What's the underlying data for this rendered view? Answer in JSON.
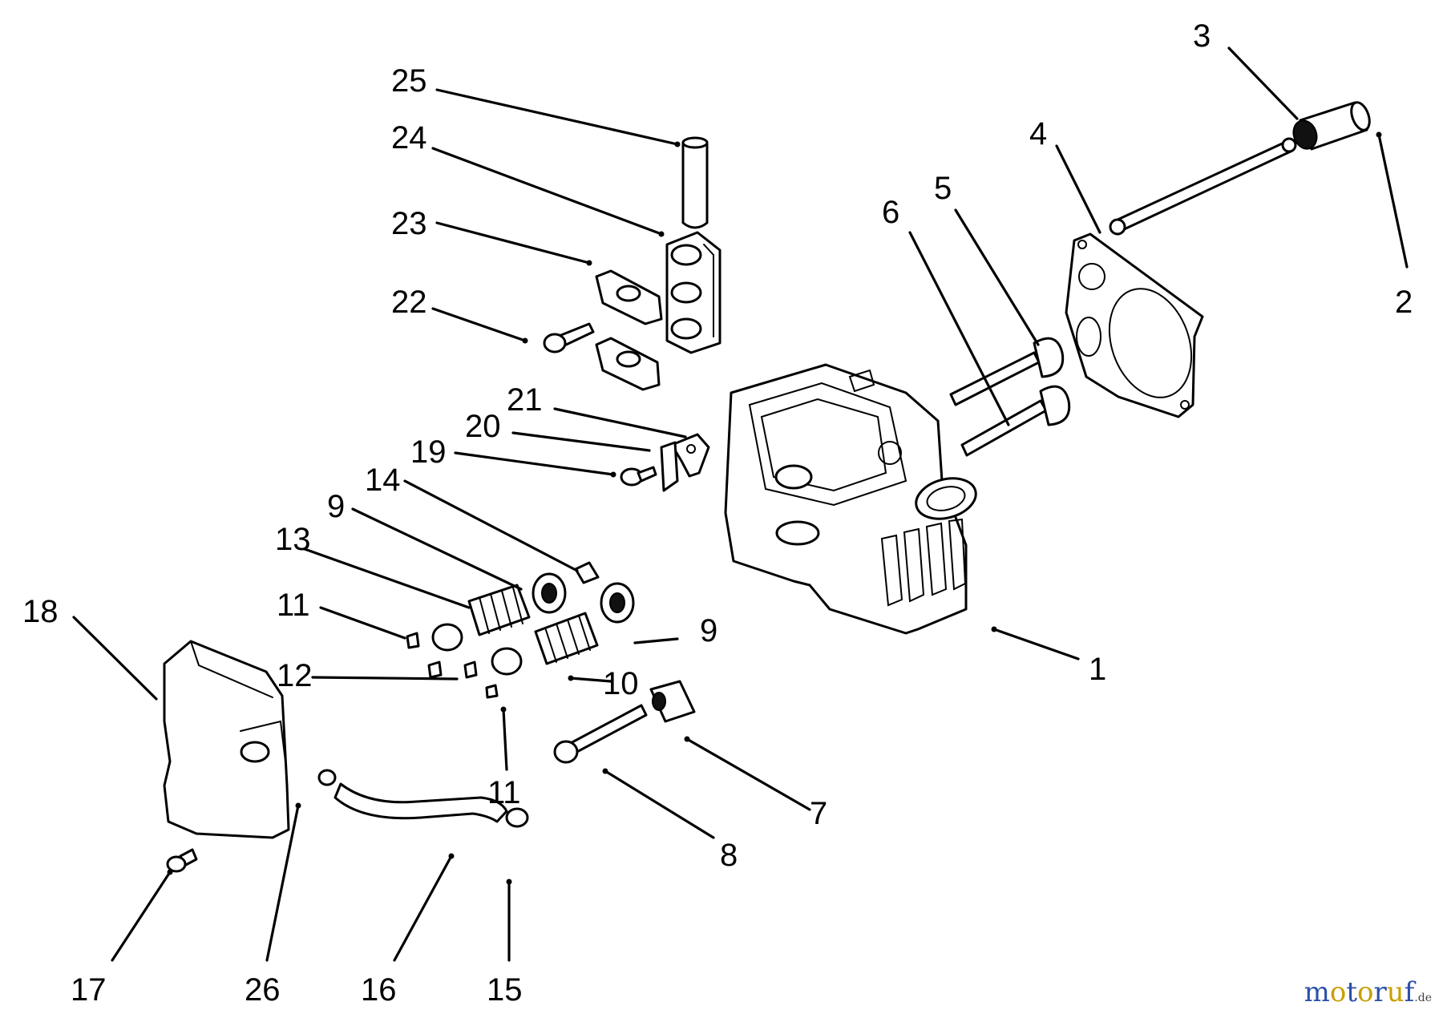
{
  "diagram": {
    "callouts": [
      "25",
      "24",
      "23",
      "22",
      "21",
      "20",
      "19",
      "14",
      "9",
      "13",
      "11",
      "12",
      "18",
      "17",
      "26",
      "16",
      "15",
      "11",
      "10",
      "9",
      "8",
      "7",
      "1",
      "6",
      "5",
      "4",
      "3",
      "2"
    ]
  },
  "watermark": {
    "brand": "motoruf",
    "tld": ".de",
    "color_a": "#2a4fa8",
    "color_b": "#c8a000"
  }
}
